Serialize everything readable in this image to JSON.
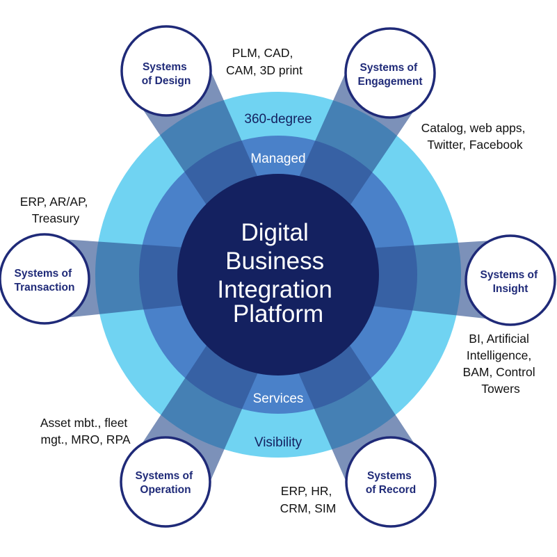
{
  "center": {
    "lines": [
      "Digital",
      "Business",
      "Integration",
      "Platform"
    ]
  },
  "rings": {
    "outer_top": "360-degree",
    "middle_top": "Managed",
    "middle_bottom": "Services",
    "outer_bottom": "Visibility"
  },
  "nodes": [
    {
      "id": "design",
      "title_lines": [
        "Systems",
        "of Design"
      ],
      "annotation_lines": [
        "PLM, CAD,",
        "CAM, 3D print"
      ]
    },
    {
      "id": "engagement",
      "title_lines": [
        "Systems of",
        "Engagement"
      ],
      "annotation_lines": [
        "Catalog, web apps,",
        "Twitter, Facebook"
      ]
    },
    {
      "id": "insight",
      "title_lines": [
        "Systems of",
        "Insight"
      ],
      "annotation_lines": [
        "BI, Artificial",
        "Intelligence,",
        "BAM, Control",
        "Towers"
      ]
    },
    {
      "id": "record",
      "title_lines": [
        "Systems",
        "of Record"
      ],
      "annotation_lines": [
        "ERP, HR,",
        "CRM, SIM"
      ]
    },
    {
      "id": "operation",
      "title_lines": [
        "Systems of",
        "Operation"
      ],
      "annotation_lines": [
        "Asset mbt., fleet",
        "mgt., MRO, RPA"
      ]
    },
    {
      "id": "transaction",
      "title_lines": [
        "Systems of",
        "Transaction"
      ],
      "annotation_lines": [
        "ERP, AR/AP,",
        "Treasury"
      ]
    }
  ],
  "colors": {
    "outer_ring": "#70d3f2",
    "middle_ring": "#4a81c9",
    "center": "#142160",
    "spoke": "#2b4e8e",
    "node_border": "#1f2a78",
    "node_text": "#1f2a78",
    "annotation_text": "#111111",
    "ring_label_dark": "#142160",
    "ring_label_light": "#ffffff"
  }
}
